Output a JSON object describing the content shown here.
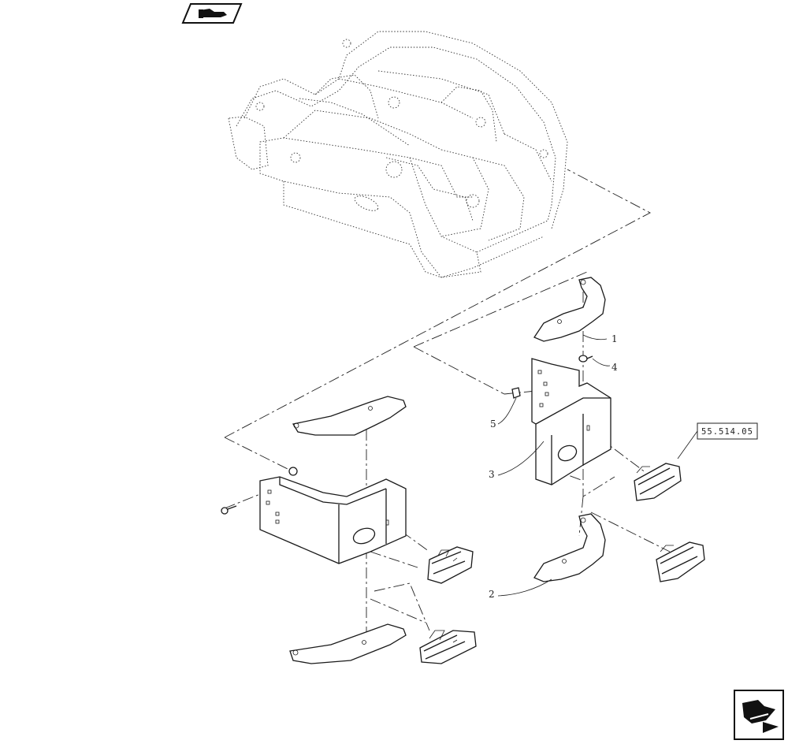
{
  "callouts": {
    "item1": "1",
    "item2": "2",
    "item3": "3",
    "item4": "4",
    "item5": "5"
  },
  "reference_box": "55.514.05",
  "icons": {
    "top_left": "hand-pointer-icon",
    "bottom_right": "next-page-arrow-icon"
  }
}
